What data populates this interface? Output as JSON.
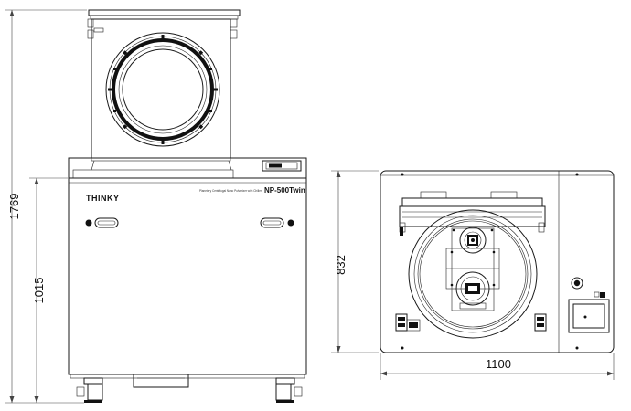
{
  "dimensions": {
    "front_total_height": "1769",
    "front_body_height": "1015",
    "top_depth": "832",
    "top_width": "1100"
  },
  "front_view": {
    "brand": "THINKY",
    "model": "NP-500Twin",
    "subtitle": "Planetary Centrifugal Nano Pulverizer with Chiller"
  },
  "colors": {
    "line": "#1a1a1a",
    "background": "#ffffff"
  }
}
